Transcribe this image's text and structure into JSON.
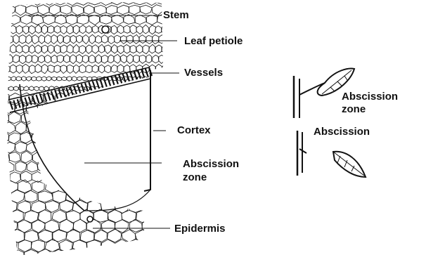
{
  "labels": {
    "stem": "Stem",
    "leaf_petiole": "Leaf petiole",
    "vessels": "Vessels",
    "cortex": "Cortex",
    "abscission_zone_left_1": "Abscission",
    "abscission_zone_left_2": "zone",
    "epidermis": "Epidermis",
    "abscission_zone_right_1": "Abscission",
    "abscission_zone_right_2": "zone",
    "abscission": "Abscission"
  },
  "colors": {
    "ink": "#111111",
    "paper": "#ffffff"
  }
}
